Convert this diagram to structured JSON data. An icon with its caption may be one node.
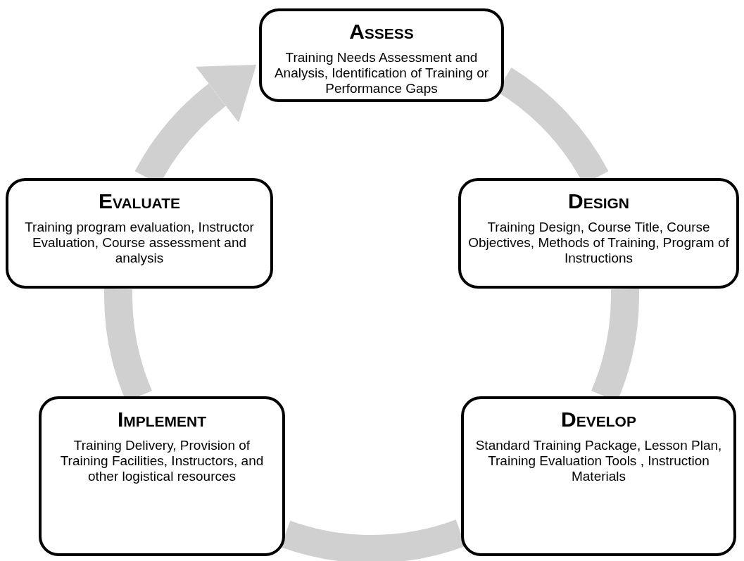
{
  "diagram": {
    "nodes": [
      {
        "text": [
          "Assess",
          "Training Needs Assessment and Analysis, Identification of Training or Performance Gaps"
        ]
      },
      {
        "text": [
          "Design",
          "Training Design, Course Title, Course Objectives, Methods of Training, Program of Instructions"
        ]
      },
      {
        "text": [
          "Develop",
          "Standard Training Package, Lesson Plan, Training Evaluation Tools , Instruction Materials"
        ]
      },
      {
        "text": [
          "Implement",
          "Training Delivery, Provision of  Training Facilities, Instructors, and other logistical resources"
        ]
      },
      {
        "text": [
          "Evaluate",
          "Training program evaluation, Instructor Evaluation, Course assessment and analysis"
        ]
      }
    ],
    "edges": [
      {
        "from": 0,
        "to": 1,
        "arrow": "none"
      },
      {
        "from": 1,
        "to": 2,
        "arrow": "none"
      },
      {
        "from": 2,
        "to": 3,
        "arrow": "none"
      },
      {
        "from": 3,
        "to": 4,
        "arrow": "none"
      },
      {
        "from": 4,
        "to": 0,
        "arrow": "to"
      }
    ]
  }
}
